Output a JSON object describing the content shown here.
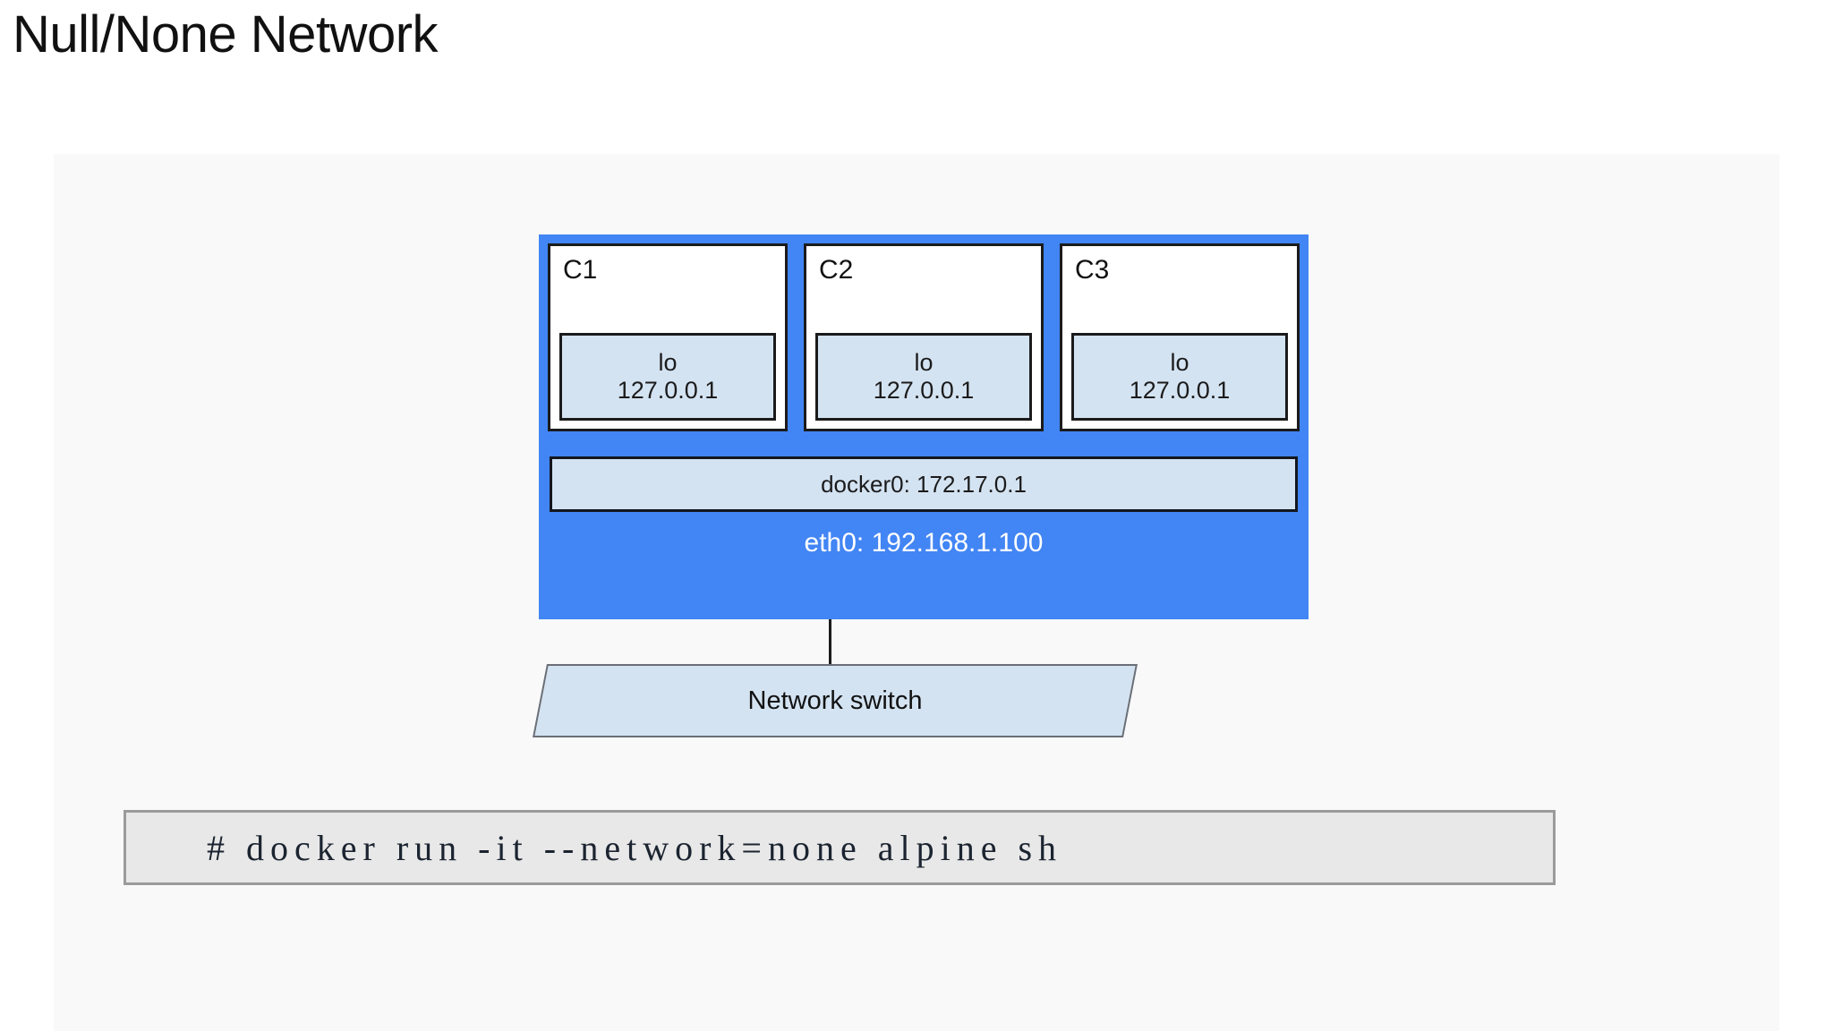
{
  "slide": {
    "title": "Null/None Network"
  },
  "diagram": {
    "host": {
      "containers": [
        {
          "name": "C1",
          "interface": "lo",
          "address": "127.0.0.1"
        },
        {
          "name": "C2",
          "interface": "lo",
          "address": "127.0.0.1"
        },
        {
          "name": "C3",
          "interface": "lo",
          "address": "127.0.0.1"
        }
      ],
      "bridge_label": "docker0: 172.17.0.1",
      "uplink_label": "eth0: 192.168.1.100"
    },
    "switch": {
      "label": "Network switch"
    }
  },
  "command": {
    "text": "# docker run -it --network=none alpine sh"
  },
  "colors": {
    "host_blue": "#4285f4",
    "interface_blue": "#d4e3f2",
    "container_white": "#ffffff",
    "panel_background": "#f9f9fa",
    "command_background": "#e8e8e8",
    "command_border": "#9b9b9b",
    "stroke_dark": "#1b1b1b"
  }
}
